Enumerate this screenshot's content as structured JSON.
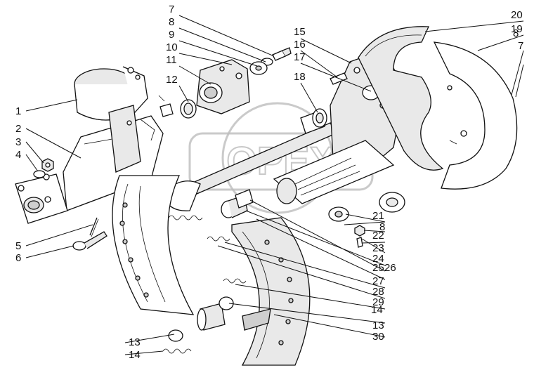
{
  "diagram": {
    "labels": [
      "1",
      "2",
      "3",
      "4",
      "5",
      "6",
      "7",
      "8",
      "9",
      "10",
      "11",
      "12",
      "13",
      "14",
      "15",
      "16",
      "17",
      "18",
      "19",
      "20",
      "21",
      "22",
      "23",
      "24",
      "25",
      "26",
      "27",
      "28",
      "29",
      "30"
    ],
    "extra_labels": [
      "7",
      "8",
      "8",
      "13",
      "14"
    ]
  },
  "watermark_text": "OPEX"
}
